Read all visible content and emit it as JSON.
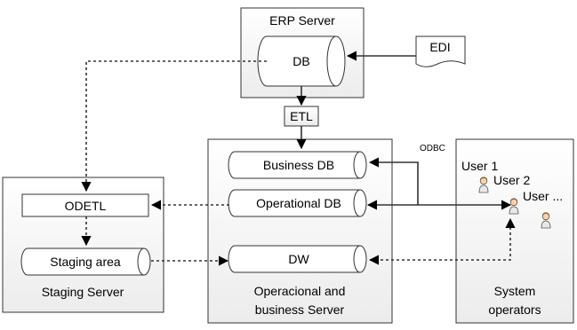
{
  "servers": {
    "erp": {
      "title": "ERP Server"
    },
    "staging": {
      "title": "Staging Server"
    },
    "opbiz": {
      "title_line1": "Operacional and",
      "title_line2": "business Server"
    },
    "sysops": {
      "title_line1": "System",
      "title_line2": "operators"
    }
  },
  "databases": {
    "erp_db": "DB",
    "business_db": "Business DB",
    "operational_db": "Operational DB",
    "dw": "DW",
    "staging_area": "Staging area"
  },
  "processes": {
    "etl": "ETL",
    "odetl": "ODETL"
  },
  "document": {
    "edi": "EDI"
  },
  "connections": {
    "odbc": "ODBC"
  },
  "users": [
    {
      "label": "User 1"
    },
    {
      "label": "User 2"
    },
    {
      "label": "User ..."
    }
  ]
}
